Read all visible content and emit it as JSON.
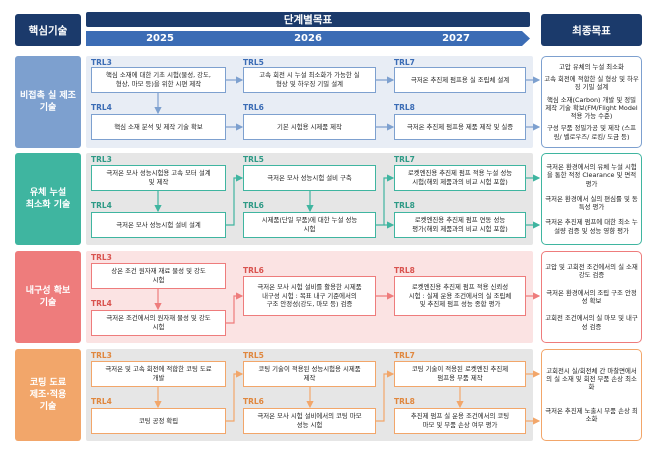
{
  "headers": {
    "core_tech": "핵심기술",
    "stage_goal": "단계별목표",
    "final_goal": "최종목표",
    "years": [
      "2025",
      "2026",
      "2027"
    ]
  },
  "colors": {
    "navy": "#1b3a6b",
    "year_blue": "#3b6cb5",
    "row1": "#7da0cf",
    "row2": "#3fb5a0",
    "row3": "#ee7c7c",
    "row4": "#f2a66a"
  },
  "rows": [
    {
      "tech": "비접촉 실 제조\n기술",
      "boxes": [
        {
          "trl": "TRL3",
          "text": "핵심 소재에 대한 기초 시험(물성, 강도,\n형상, 마모 등)을 위한 시편 제작"
        },
        {
          "trl": "TRL5",
          "text": "고속 회전 시 누설 최소화가 가능한 실\n형상 및 하우징 기밀 설계"
        },
        {
          "trl": "TRL7",
          "text": "극저온 추진제 펌프용 실 조립체 설계"
        },
        {
          "trl": "TRL4",
          "text": "핵심 소재 분석 및 제작 기술 확보"
        },
        {
          "trl": "TRL6",
          "text": "기본 시험용 시제품 제작"
        },
        {
          "trl": "TRL8",
          "text": "극저온 추진제 펌프용 제품 제작 및 실증"
        }
      ],
      "goals": [
        "고압 유체의 누설 최소화",
        "고속 회전에 적합한 실 형상 및 하우징 기밀 설계",
        "핵심 소재(Carbon) 개발 및 정밀 제작 기술 확보(FM/Flight Model 적용 가능 수준)",
        "구성 부품 정밀가공 및 제작 (스프링/ 벨로우즈/ 로킹/ 도금 등)"
      ]
    },
    {
      "tech": "유체 누설\n최소화 기술",
      "boxes": [
        {
          "trl": "TRL3",
          "text": "극저온 모사 성능시험용 고속 모터 설계\n및 제작"
        },
        {
          "trl": "TRL5",
          "text": "극저온 모사 성능시험 설비 구축"
        },
        {
          "trl": "TRL7",
          "text": "로켓엔진용 추진제 펌프 적용 누설 성능\n시험(해외 제품과의 비교 시험 포함)"
        },
        {
          "trl": "TRL4",
          "text": "극저온 모사 성능시험 설비 설계"
        },
        {
          "trl": "TRL6",
          "text": "시제품(단일 부품)에 대한 누설 성능\n시험"
        },
        {
          "trl": "TRL8",
          "text": "로켓엔진용 추진제 펌프 연동 성능\n평가(해외 제품과의 비교 시험 포함)"
        }
      ],
      "goals": [
        "극저온 환경에서의 유체 누설 시험을 통한 적정 Clearance 및 면적 평가",
        "극저온 환경에서 실의 편심률 및 동특성 평가",
        "극저온 추진제 펌프에 대한 최소 누설량 검증 및 성능 영향 평가"
      ]
    },
    {
      "tech": "내구성 확보\n기술",
      "boxes": [
        {
          "trl": "TRL3",
          "text": "상온 조건 원자재 재료 물성 및 강도\n시험"
        },
        {
          "trl": "TRL6",
          "text": "극저온 모사 시험 설비를 활용한 시제품\n내구성 시험 : 목표 내구 기준에서의\n구조 안정성(강도, 마모 등) 검증"
        },
        {
          "trl": "TRL8",
          "text": "로켓엔진용 추진제 펌프 적용 신뢰성\n시험 : 실제 운용 조건에서의 실 조립체\n및 추진제 펌프 성능 종합 평가"
        },
        {
          "trl": "TRL4",
          "text": "극저온 조건에서의 원자재 물성 및 강도\n시험"
        }
      ],
      "goals": [
        "고압 및 고회전 조건에서의 실 소재 강도 검증",
        "극저온 환경에서의 조립 구조 안정성 확보",
        "고회전 조건에서의 실 마모 및 내구성 검증"
      ]
    },
    {
      "tech": "코팅 도료\n제조·적용\n기술",
      "boxes": [
        {
          "trl": "TRL3",
          "text": "극저온 및 고속 회전에 적합한 코팅 도료\n개발"
        },
        {
          "trl": "TRL5",
          "text": "코팅 기술이 적용된 성능시험용 시제품\n제작"
        },
        {
          "trl": "TRL7",
          "text": "코팅 기술이 적용된 로켓엔진 추진제\n펌프용 부품 제작"
        },
        {
          "trl": "TRL4",
          "text": "코팅 공정 확립"
        },
        {
          "trl": "TRL6",
          "text": "극저온 모사 시험 설비에서의 코팅 마모\n성능 시험"
        },
        {
          "trl": "TRL8",
          "text": "추진제 펌프 실 운용 조건에서의 코팅\n마모 및 부품 손상 여부 평가"
        }
      ],
      "goals": [
        "고회전시 실/회전체 간 마찰면에서의 실 소재 및 회전 부품 손상 최소화",
        "극저온 추진제 노출시 부품 손상 최소화"
      ]
    }
  ]
}
